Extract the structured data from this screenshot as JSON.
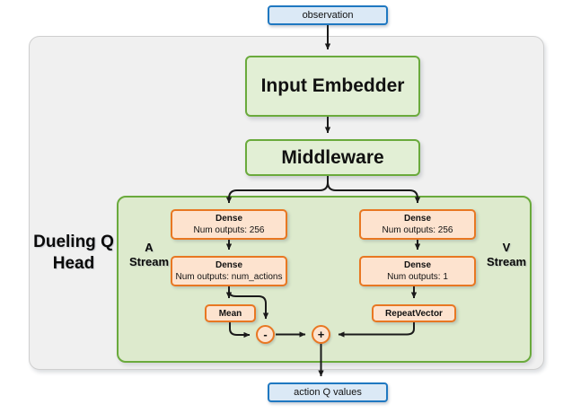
{
  "diagram": {
    "title": "Dueling Q Head network architecture",
    "colors": {
      "io_fill": "#dbe9f6",
      "io_border": "#1f78c1",
      "block_fill": "#e2efd5",
      "block_border": "#6aaa3c",
      "op_fill": "#fde3cf",
      "op_border": "#e87722",
      "outer_fill": "#f0f0f0",
      "inner_fill": "#ddeacd",
      "edge": "#1a1a1a"
    },
    "io": {
      "input_label": "observation",
      "output_label": "action Q values"
    },
    "blocks": {
      "input_embedder": "Input Embedder",
      "middleware": "Middleware"
    },
    "labels": {
      "head": "Dueling Q\nHead",
      "head_line1": "Dueling Q",
      "head_line2": "Head",
      "a_stream": "A\nStream",
      "a_stream_line1": "A",
      "a_stream_line2": "Stream",
      "v_stream": "V\nStream",
      "v_stream_line1": "V",
      "v_stream_line2": "Stream"
    },
    "a_stream": {
      "dense_1": {
        "title": "Dense",
        "sub": "Num outputs: 256"
      },
      "dense_2": {
        "title": "Dense",
        "sub": "Num outputs: num_actions"
      },
      "mean": {
        "title": "Mean"
      }
    },
    "v_stream": {
      "dense_1": {
        "title": "Dense",
        "sub": "Num outputs: 256"
      },
      "dense_2": {
        "title": "Dense",
        "sub": "Num outputs: 1"
      },
      "repeat_vector": {
        "title": "RepeatVector"
      }
    },
    "operators": {
      "subtract": "-",
      "add": "+"
    }
  }
}
